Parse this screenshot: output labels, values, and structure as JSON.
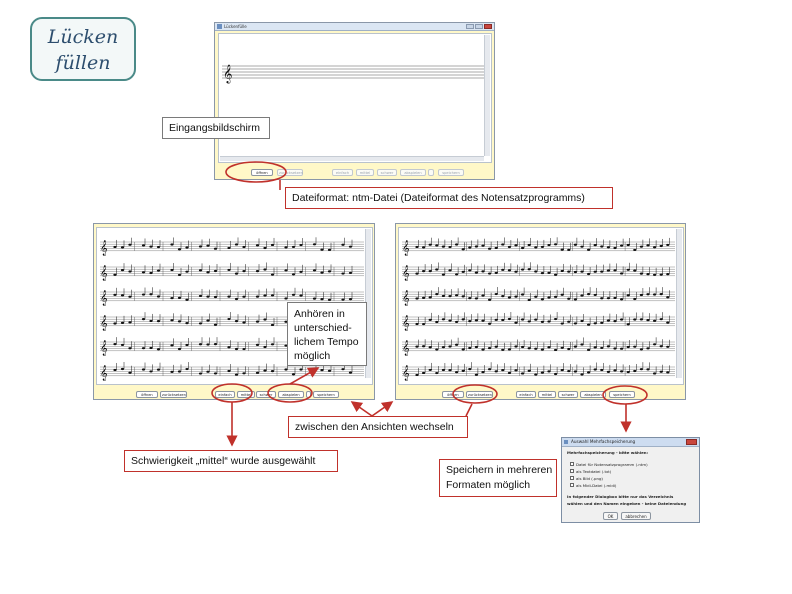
{
  "logo": {
    "line1": "Lücken",
    "line2": "füllen"
  },
  "window_top": {
    "title": "Lückenfülle",
    "buttons": [
      {
        "label": "öffnen",
        "enabled": true
      },
      {
        "label": "zurücksetzen",
        "enabled": false
      },
      {
        "label": "einfach",
        "enabled": false
      },
      {
        "label": "mittel",
        "enabled": false
      },
      {
        "label": "schwer",
        "enabled": false
      },
      {
        "label": "abspielen",
        "enabled": false
      },
      {
        "label": "speichern",
        "enabled": false
      }
    ]
  },
  "window_left": {
    "buttons": [
      {
        "label": "öffnen"
      },
      {
        "label": "zurücksetzen"
      },
      {
        "label": "einfach"
      },
      {
        "label": "mittel"
      },
      {
        "label": "schwer"
      },
      {
        "label": "abspielen"
      },
      {
        "label": "speichern"
      }
    ]
  },
  "window_right": {
    "buttons": [
      {
        "label": "öffnen"
      },
      {
        "label": "zurücksetzen"
      },
      {
        "label": "einfach"
      },
      {
        "label": "mittel"
      },
      {
        "label": "schwer"
      },
      {
        "label": "abspielen"
      },
      {
        "label": "speichern"
      }
    ]
  },
  "callouts": {
    "start_screen": "Eingangsbildschirm",
    "file_format": "Dateiformat: ntm-Datei (Dateiformat des Notensatzprogramms)",
    "tempo": [
      "Anhören in",
      "unterschied-",
      "lichem Tempo",
      "möglich"
    ],
    "views": "zwischen den Ansichten wechseln",
    "difficulty": "Schwierigkeit „mittel“ wurde ausgewählt",
    "save": [
      "Speichern in mehreren",
      "Formaten möglich"
    ]
  },
  "dialog": {
    "title": "Auswahl Mehrfachspeicherung",
    "subtitle": "Mehrfachspeicherung - bitte wählen:",
    "options": [
      "Datei für Notensatzprogramm (.ntm)",
      "als Textdatei (.txt)",
      "als Bild (.png)",
      "als Midi-Datei (.midi)"
    ],
    "note_lines": [
      "In folgender Dialogbox bitte nur das Verzeichnis",
      "wählen und den Namen eingeben - keine Dateiendung"
    ],
    "ok_label": "OK",
    "cancel_label": "abbrechen"
  },
  "colors": {
    "accent_red": "#c0312b",
    "window_bg": "#fff8c8",
    "logo_border": "#4a8a88"
  }
}
